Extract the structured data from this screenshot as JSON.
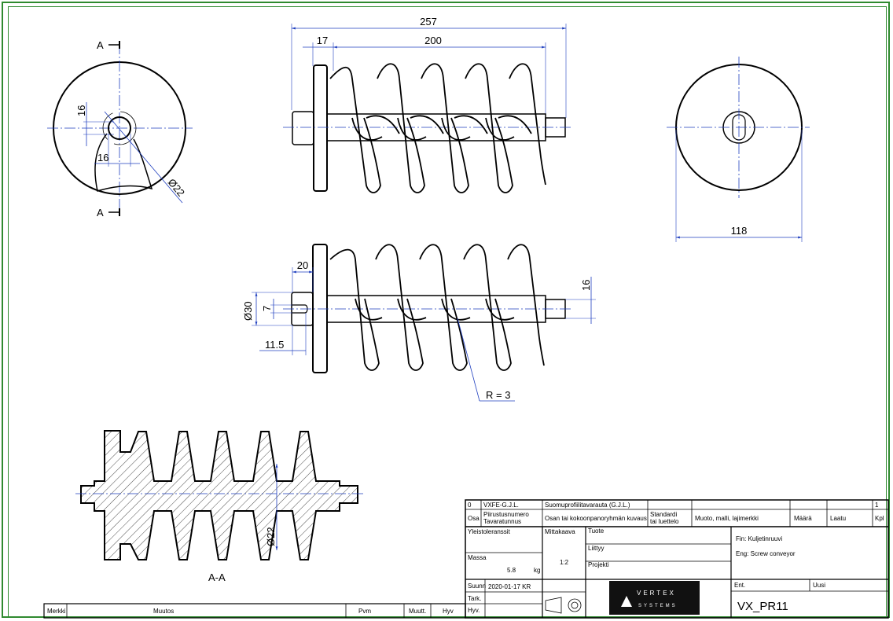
{
  "colors": {
    "frame": "#2f8a2f",
    "dimension": "#1f3fbf",
    "line": "#000000",
    "logo_bg": "#111111"
  },
  "dims": {
    "overall_length": "257",
    "flange_offset": "17",
    "flight_length": "200",
    "right_diameter": "118",
    "left_shaft_16_v": "16",
    "left_shaft_16_h": "16",
    "left_dia_22": "Ø22",
    "mid_20": "20",
    "mid_dia_30": "Ø30",
    "mid_7": "7",
    "mid_11_5": "11.5",
    "mid_16": "16",
    "radius": "R = 3",
    "section_dia_22": "Ø22"
  },
  "section": {
    "marker_top": "A",
    "marker_bottom": "A",
    "label": "A-A"
  },
  "title_block": {
    "row0": {
      "c0": "0",
      "c1": "VXFE-G.J.L.",
      "c2": "Suomuprofiilitavarauta (G.J.L.)",
      "c8": "1"
    },
    "header": {
      "osa": "Osa",
      "piirustusnumero": "Piirustusnumero",
      "tavaratunnus": "Tavaratunnus",
      "kuvaus": "Osan tai kokoonpanoryhmän kuvaus",
      "standardi": "Standardi",
      "tai_luettelo": "tai luettelo",
      "muoto": "Muoto, malli, lajimerkki",
      "maara": "Määrä",
      "laatu": "Laatu",
      "kpl": "Kpl"
    },
    "yleistoleranssit": "Yleistoleranssit",
    "mittakaava": "Mittakaava",
    "scale": "1:2",
    "massa": "Massa",
    "massa_value": "5.8",
    "massa_unit": "kg",
    "tuote": "Tuote",
    "liittyy": "Liittyy",
    "projekti": "Projekti",
    "name_fin": "Fin: Kuljetinruuvi",
    "name_eng": "Eng: Screw conveyor",
    "suunn": "Suunn",
    "suunn_value": "2020-01-17 KR",
    "tark": "Tark.",
    "hyv": "Hyv.",
    "logo": "VERTEX",
    "logo_sub": "SYSTEMS",
    "ent": "Ent.",
    "uusi": "Uusi",
    "drawing_number": "VX_PR11"
  },
  "revision": {
    "merkki": "Merkki",
    "muutos": "Muutos",
    "pvm": "Pvm",
    "muutt": "Muutt.",
    "hyv": "Hyv"
  }
}
